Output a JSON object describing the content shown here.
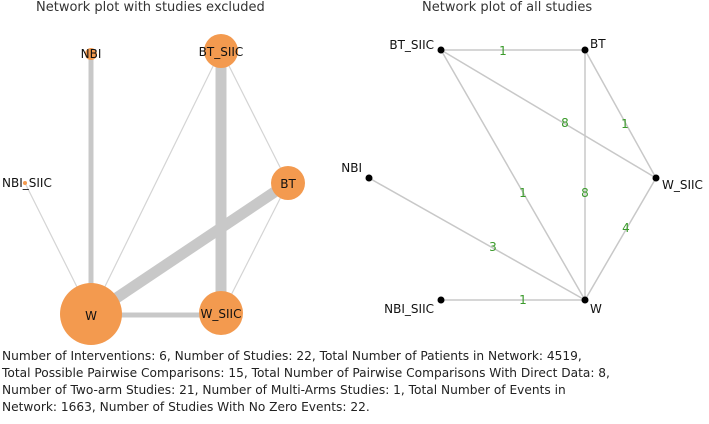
{
  "left_plot": {
    "title": "Network plot with studies excluded",
    "nodes": [
      {
        "id": "NBI",
        "label": "NBI"
      },
      {
        "id": "BT_SIIC",
        "label": "BT_SIIC"
      },
      {
        "id": "NBI_SIIC",
        "label": "NBI_SIIC"
      },
      {
        "id": "BT",
        "label": "BT"
      },
      {
        "id": "W",
        "label": "W"
      },
      {
        "id": "W_SIIC",
        "label": "W_SIIC"
      }
    ]
  },
  "right_plot": {
    "title": "Network plot of all studies",
    "nodes": [
      {
        "id": "BT_SIIC",
        "label": "BT_SIIC"
      },
      {
        "id": "BT",
        "label": "BT"
      },
      {
        "id": "NBI",
        "label": "NBI"
      },
      {
        "id": "W_SIIC",
        "label": "W_SIIC"
      },
      {
        "id": "NBI_SIIC",
        "label": "NBI_SIIC"
      },
      {
        "id": "W",
        "label": "W"
      }
    ],
    "edges": [
      {
        "from": "BT_SIIC",
        "to": "BT",
        "label": "1"
      },
      {
        "from": "BT_SIIC",
        "to": "W_SIIC",
        "label": "8"
      },
      {
        "from": "BT",
        "to": "W_SIIC",
        "label": "1"
      },
      {
        "from": "BT_SIIC",
        "to": "W",
        "label": "1"
      },
      {
        "from": "BT",
        "to": "W",
        "label": "8"
      },
      {
        "from": "NBI",
        "to": "W",
        "label": "3"
      },
      {
        "from": "W_SIIC",
        "to": "W",
        "label": "4"
      },
      {
        "from": "NBI_SIIC",
        "to": "W",
        "label": "1"
      }
    ]
  },
  "summary": {
    "line1": "Number of Interventions: 6, Number of Studies: 22, Total Number of Patients in Network: 4519,",
    "line2": "Total Possible Pairwise Comparisons: 15, Total Number of Pairwise Comparisons With Direct Data: 8,",
    "line3": "Number of Two-arm Studies: 21, Number of Multi-Arms Studies: 1, Total Number of Events in",
    "line4": "Network: 1663, Number of Studies With No Zero Events: 22."
  },
  "colors": {
    "node_fill_left": "#f39a4f",
    "edge_left": "#c8c8c8",
    "edge_right": "#c8c8c8",
    "node_fill_right": "#000000",
    "edge_label": "#3a9a2a"
  }
}
